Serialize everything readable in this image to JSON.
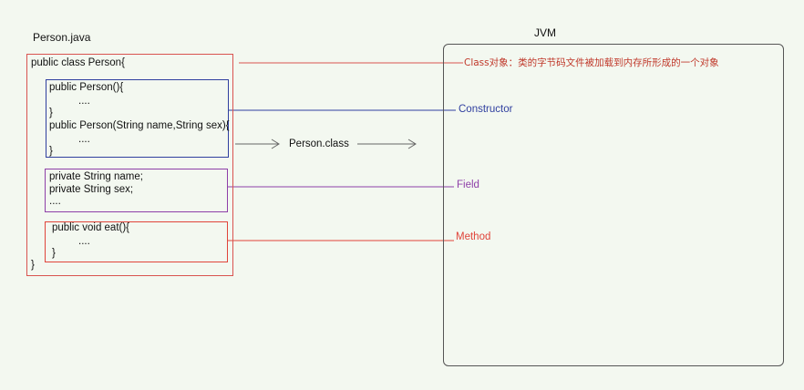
{
  "source_file": {
    "title": "Person.java",
    "class_decl": "public class Person{",
    "class_close": "}",
    "constructors": [
      "public Person(){",
      "....",
      "}",
      "public Person(String name,String sex){",
      "....",
      "}"
    ],
    "fields": [
      "private String name;",
      "private String sex;",
      "...."
    ],
    "method": [
      "public void eat(){",
      "....",
      "}"
    ]
  },
  "compiled": {
    "label": "Person.class"
  },
  "jvm": {
    "title": "JVM",
    "class_object_label": "Class对象：类的字节码文件被加载到内存所形成的一个对象",
    "constructor_label": "Constructor",
    "field_label": "Field",
    "method_label": "Method"
  },
  "colors": {
    "class_red": "#d9534f",
    "constructor_blue": "#2f3f9f",
    "field_purple": "#8e3fa8",
    "method_red": "#e0443a",
    "arrow_gray": "#666666",
    "jvm_border": "#555555"
  }
}
